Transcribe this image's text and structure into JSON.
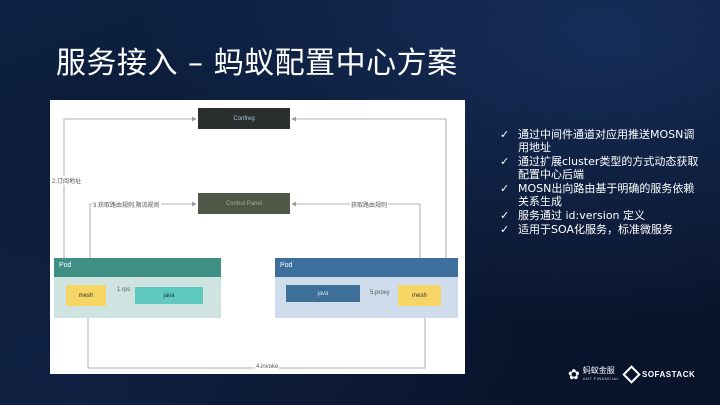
{
  "slide": {
    "title": "服务接入 – 蚂蚁配置中心方案"
  },
  "diagram": {
    "nodes": {
      "confreg": "Confreg",
      "control_panel": "Control Panel",
      "pod_left": "Pod",
      "pod_right": "Pod",
      "mesh_left": "mesh",
      "java_left": "java",
      "java_right": "java",
      "mesh_right": "mesh"
    },
    "edges": {
      "subscribe": "2.订阅地址",
      "get_rules_left": "3.获取路由规则,限流规则",
      "get_rules_right": "获取路由规则",
      "rpc": "1.rpc",
      "proxy": "5.proxy",
      "invoke": "4.invoke"
    }
  },
  "bullets": [
    "通过中间件通道对应用推送MOSN调用地址",
    "通过扩展cluster类型的方式动态获取配置中心后端",
    "MOSN出向路由基于明确的服务依赖关系生成",
    "服务通过 id:version 定义",
    "适用于SOA化服务，标准微服务"
  ],
  "footer": {
    "ant_logo": "蚂蚁金服",
    "ant_logo_sub": "ANT FINANCIAL",
    "sofa_logo": "SOFASTACK"
  },
  "colors": {
    "background": "#0b1a33",
    "confreg": "#2b2e2f",
    "control_panel": "#4e5748",
    "pod_left_header": "#3f8f84",
    "pod_right_header": "#3c6f9b",
    "mesh": "#f7d565",
    "java_left": "#5fc9c0",
    "java_right": "#3d6f99"
  },
  "icons": [
    "checkmark-icon",
    "ant-financial-logo",
    "sofastack-logo"
  ]
}
